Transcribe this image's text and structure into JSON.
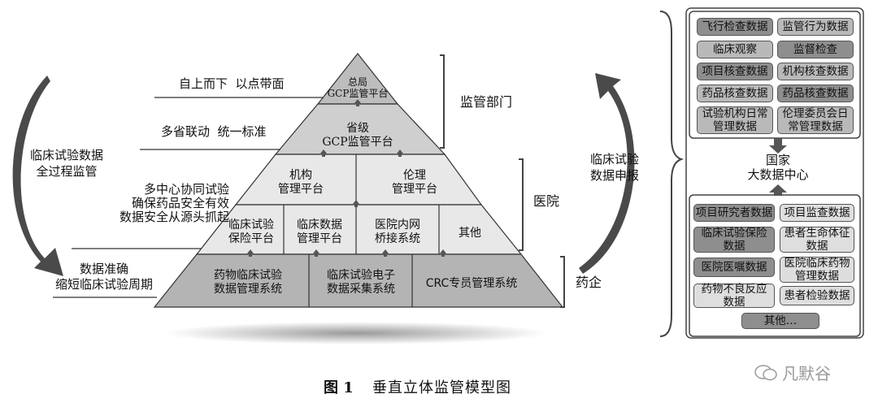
{
  "pyramid": {
    "top": "总局\nGCP监管平台",
    "provincial": "省级\nGCP监管平台",
    "institution": "机构\n管理平台",
    "ethics": "伦理\n管理平台",
    "insurance": "临床试验\n保险平台",
    "data_mgmt": "临床数据\n管理平台",
    "hospital_bridge": "医院内网\n桥接系统",
    "other": "其他",
    "drug_dms": "药物临床试验\n数据管理系统",
    "edc": "临床试验电子\n数据采集系统",
    "crc": "CRC专员管理系统"
  },
  "side_labels": {
    "regulator": "监管部门",
    "hospital": "医院",
    "pharma": "药企"
  },
  "left_labels": {
    "top_down": "自上而下  以点带面",
    "multi_province": "多省联动  统一标准",
    "multi_center": "多中心协同试验\n确保药品安全有效\n数据安全从源头抓起",
    "accuracy": "数据准确\n缩短临床试验周期",
    "whole_process": "临床试验数据\n全过程监管"
  },
  "right_arrow_label": "临床试验\n数据申报",
  "top_panel": [
    [
      "飞行检查数据",
      "监管行为数据"
    ],
    [
      "临床观察",
      "监督检查"
    ],
    [
      "项目核查数据",
      "机构核查数据"
    ],
    [
      "药品核查数据",
      "药品核查数据"
    ],
    [
      "试验机构日常\n管理数据",
      "伦理委员会日\n常管理数据"
    ]
  ],
  "center_label": "国家\n大数据中心",
  "bottom_panel": [
    [
      "项目研究者数据",
      "项目监查数据"
    ],
    [
      "临床试验保险\n数据",
      "患者生命体征\n数据"
    ],
    [
      "医院医嘱数据",
      "医院临床药物\n管理数据"
    ],
    [
      "药物不良反应\n数据",
      "患者检验数据"
    ]
  ],
  "bottom_other": "其他…",
  "caption_num": "图 1",
  "caption_text": "垂直立体监管模型图",
  "watermark": "凡默谷"
}
